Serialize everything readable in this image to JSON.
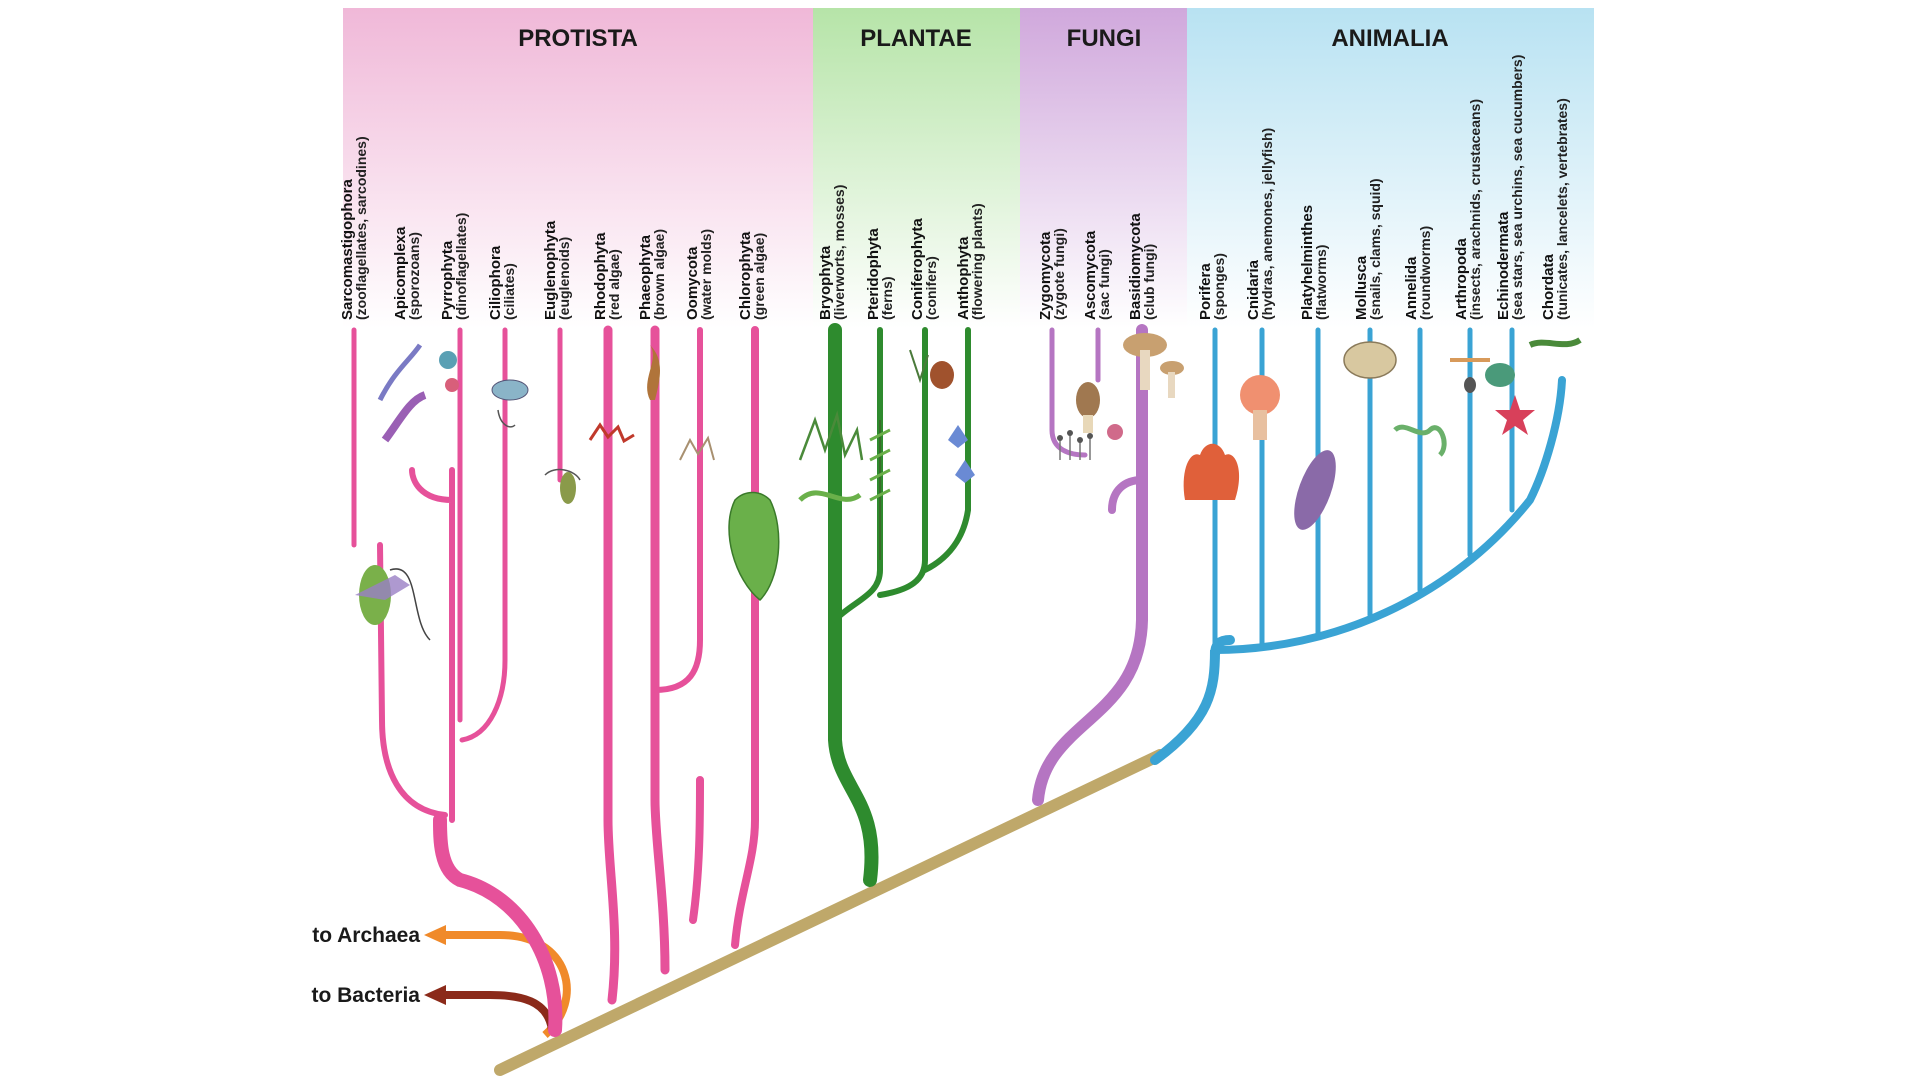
{
  "colors": {
    "protista": "#e6519a",
    "protista_bg": "#f2c6e0",
    "plantae": "#2e8b2e",
    "plantae_bg": "#c2e8b8",
    "fungi": "#b575c2",
    "fungi_bg": "#d6b8e0",
    "animalia": "#3aa3d4",
    "animalia_bg": "#c4e6f2",
    "trunk": "#bfa86a",
    "archaea": "#f08a2a",
    "bacteria": "#8b2a1a"
  },
  "kingdoms": [
    {
      "key": "protista",
      "title": "PROTISTA"
    },
    {
      "key": "plantae",
      "title": "PLANTAE"
    },
    {
      "key": "fungi",
      "title": "FUNGI"
    },
    {
      "key": "animalia",
      "title": "ANIMALIA"
    }
  ],
  "taxa": [
    {
      "kingdom": "protista",
      "name": "Sarcomastigophora",
      "common": "(zooflagellates, sarcodines)",
      "icon": "amoeba-flagellate-icon"
    },
    {
      "kingdom": "protista",
      "name": "Apicomplexa",
      "common": "(sporozoans)",
      "icon": "sporozoan-icon"
    },
    {
      "kingdom": "protista",
      "name": "Pyrrophyta",
      "common": "(dinoflagellates)",
      "icon": "dinoflagellate-icon"
    },
    {
      "kingdom": "protista",
      "name": "Ciliophora",
      "common": "(ciliates)",
      "icon": "ciliate-icon"
    },
    {
      "kingdom": "protista",
      "name": "Euglenophyta",
      "common": "(euglenoids)",
      "icon": "euglena-icon"
    },
    {
      "kingdom": "protista",
      "name": "Rhodophyta",
      "common": "(red algae)",
      "icon": "red-algae-icon"
    },
    {
      "kingdom": "protista",
      "name": "Phaeophyta",
      "common": "(brown algae)",
      "icon": "brown-algae-icon"
    },
    {
      "kingdom": "protista",
      "name": "Oomycota",
      "common": "(water molds)",
      "icon": "water-mold-icon"
    },
    {
      "kingdom": "protista",
      "name": "Chlorophyta",
      "common": "(green algae)",
      "icon": "green-algae-icon"
    },
    {
      "kingdom": "plantae",
      "name": "Bryophyta",
      "common": "(liverworts, mosses)",
      "icon": "moss-icon"
    },
    {
      "kingdom": "plantae",
      "name": "Pteridophyta",
      "common": "(ferns)",
      "icon": "fern-icon"
    },
    {
      "kingdom": "plantae",
      "name": "Coniferophyta",
      "common": "(conifers)",
      "icon": "pinecone-icon"
    },
    {
      "kingdom": "plantae",
      "name": "Anthophyta",
      "common": "(flowering plants)",
      "icon": "flower-icon"
    },
    {
      "kingdom": "fungi",
      "name": "Zygomycota",
      "common": "(zygote fungi)",
      "icon": "bread-mold-icon"
    },
    {
      "kingdom": "fungi",
      "name": "Ascomycota",
      "common": "(sac fungi)",
      "icon": "morel-icon"
    },
    {
      "kingdom": "fungi",
      "name": "Basidiomycota",
      "common": "(club fungi)",
      "icon": "mushroom-icon"
    },
    {
      "kingdom": "animalia",
      "name": "Porifera",
      "common": "(sponges)",
      "icon": "sponge-icon"
    },
    {
      "kingdom": "animalia",
      "name": "Cnidaria",
      "common": "(hydras, anemones, jellyfish)",
      "icon": "anemone-icon"
    },
    {
      "kingdom": "animalia",
      "name": "Platyhelminthes",
      "common": "(flatworms)",
      "icon": "flatworm-icon"
    },
    {
      "kingdom": "animalia",
      "name": "Mollusca",
      "common": "(snails, clams, squid)",
      "icon": "clam-icon"
    },
    {
      "kingdom": "animalia",
      "name": "Annelida",
      "common": "(roundworms)",
      "icon": "worm-icon"
    },
    {
      "kingdom": "animalia",
      "name": "Arthropoda",
      "common": "(insects, arachnids, crustaceans)",
      "icon": "insect-icon"
    },
    {
      "kingdom": "animalia",
      "name": "Echinodermata",
      "common": "(sea stars, sea urchins, sea cucumbers)",
      "icon": "sea-star-icon"
    },
    {
      "kingdom": "animalia",
      "name": "Chordata",
      "common": "(tunicates, lancelets, vertebrates)",
      "icon": "salamander-icon"
    }
  ],
  "outgroups": [
    {
      "label": "to Archaea",
      "color_key": "archaea"
    },
    {
      "label": "to Bacteria",
      "color_key": "bacteria"
    }
  ]
}
